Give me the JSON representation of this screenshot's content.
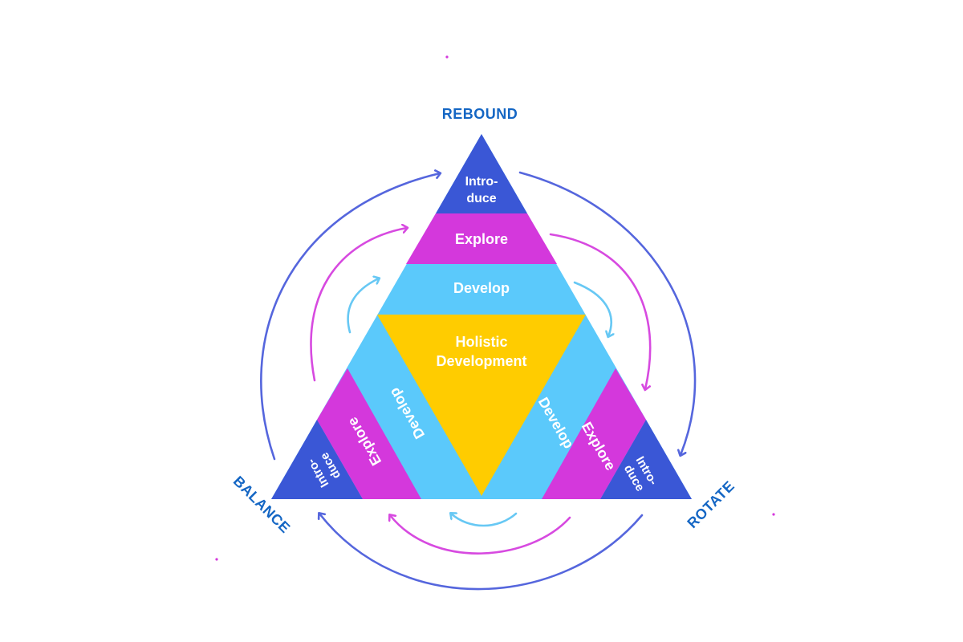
{
  "colors": {
    "introduce": "#3a57d6",
    "explore": "#d438dc",
    "develop": "#5bc9fb",
    "holistic": "#ffcc00",
    "corner_text": "#1466c4",
    "outer_arrow": "#5566dd",
    "middle_arrow": "#d74ae0",
    "inner_arrow": "#67c8f4"
  },
  "corners": {
    "top": "REBOUND",
    "left": "BALANCE",
    "right": "ROTATE"
  },
  "top_band": {
    "introduce_line1": "Intro-",
    "introduce_line2": "duce",
    "explore": "Explore",
    "develop": "Develop"
  },
  "left_band": {
    "introduce_line1": "Intro-",
    "introduce_line2": "duce",
    "explore": "Explore",
    "develop": "Develop"
  },
  "right_band": {
    "introduce_line1": "Intro-",
    "introduce_line2": "duce",
    "explore": "Explore",
    "develop": "Develop"
  },
  "center": {
    "line1": "Holistic",
    "line2": "Development"
  }
}
